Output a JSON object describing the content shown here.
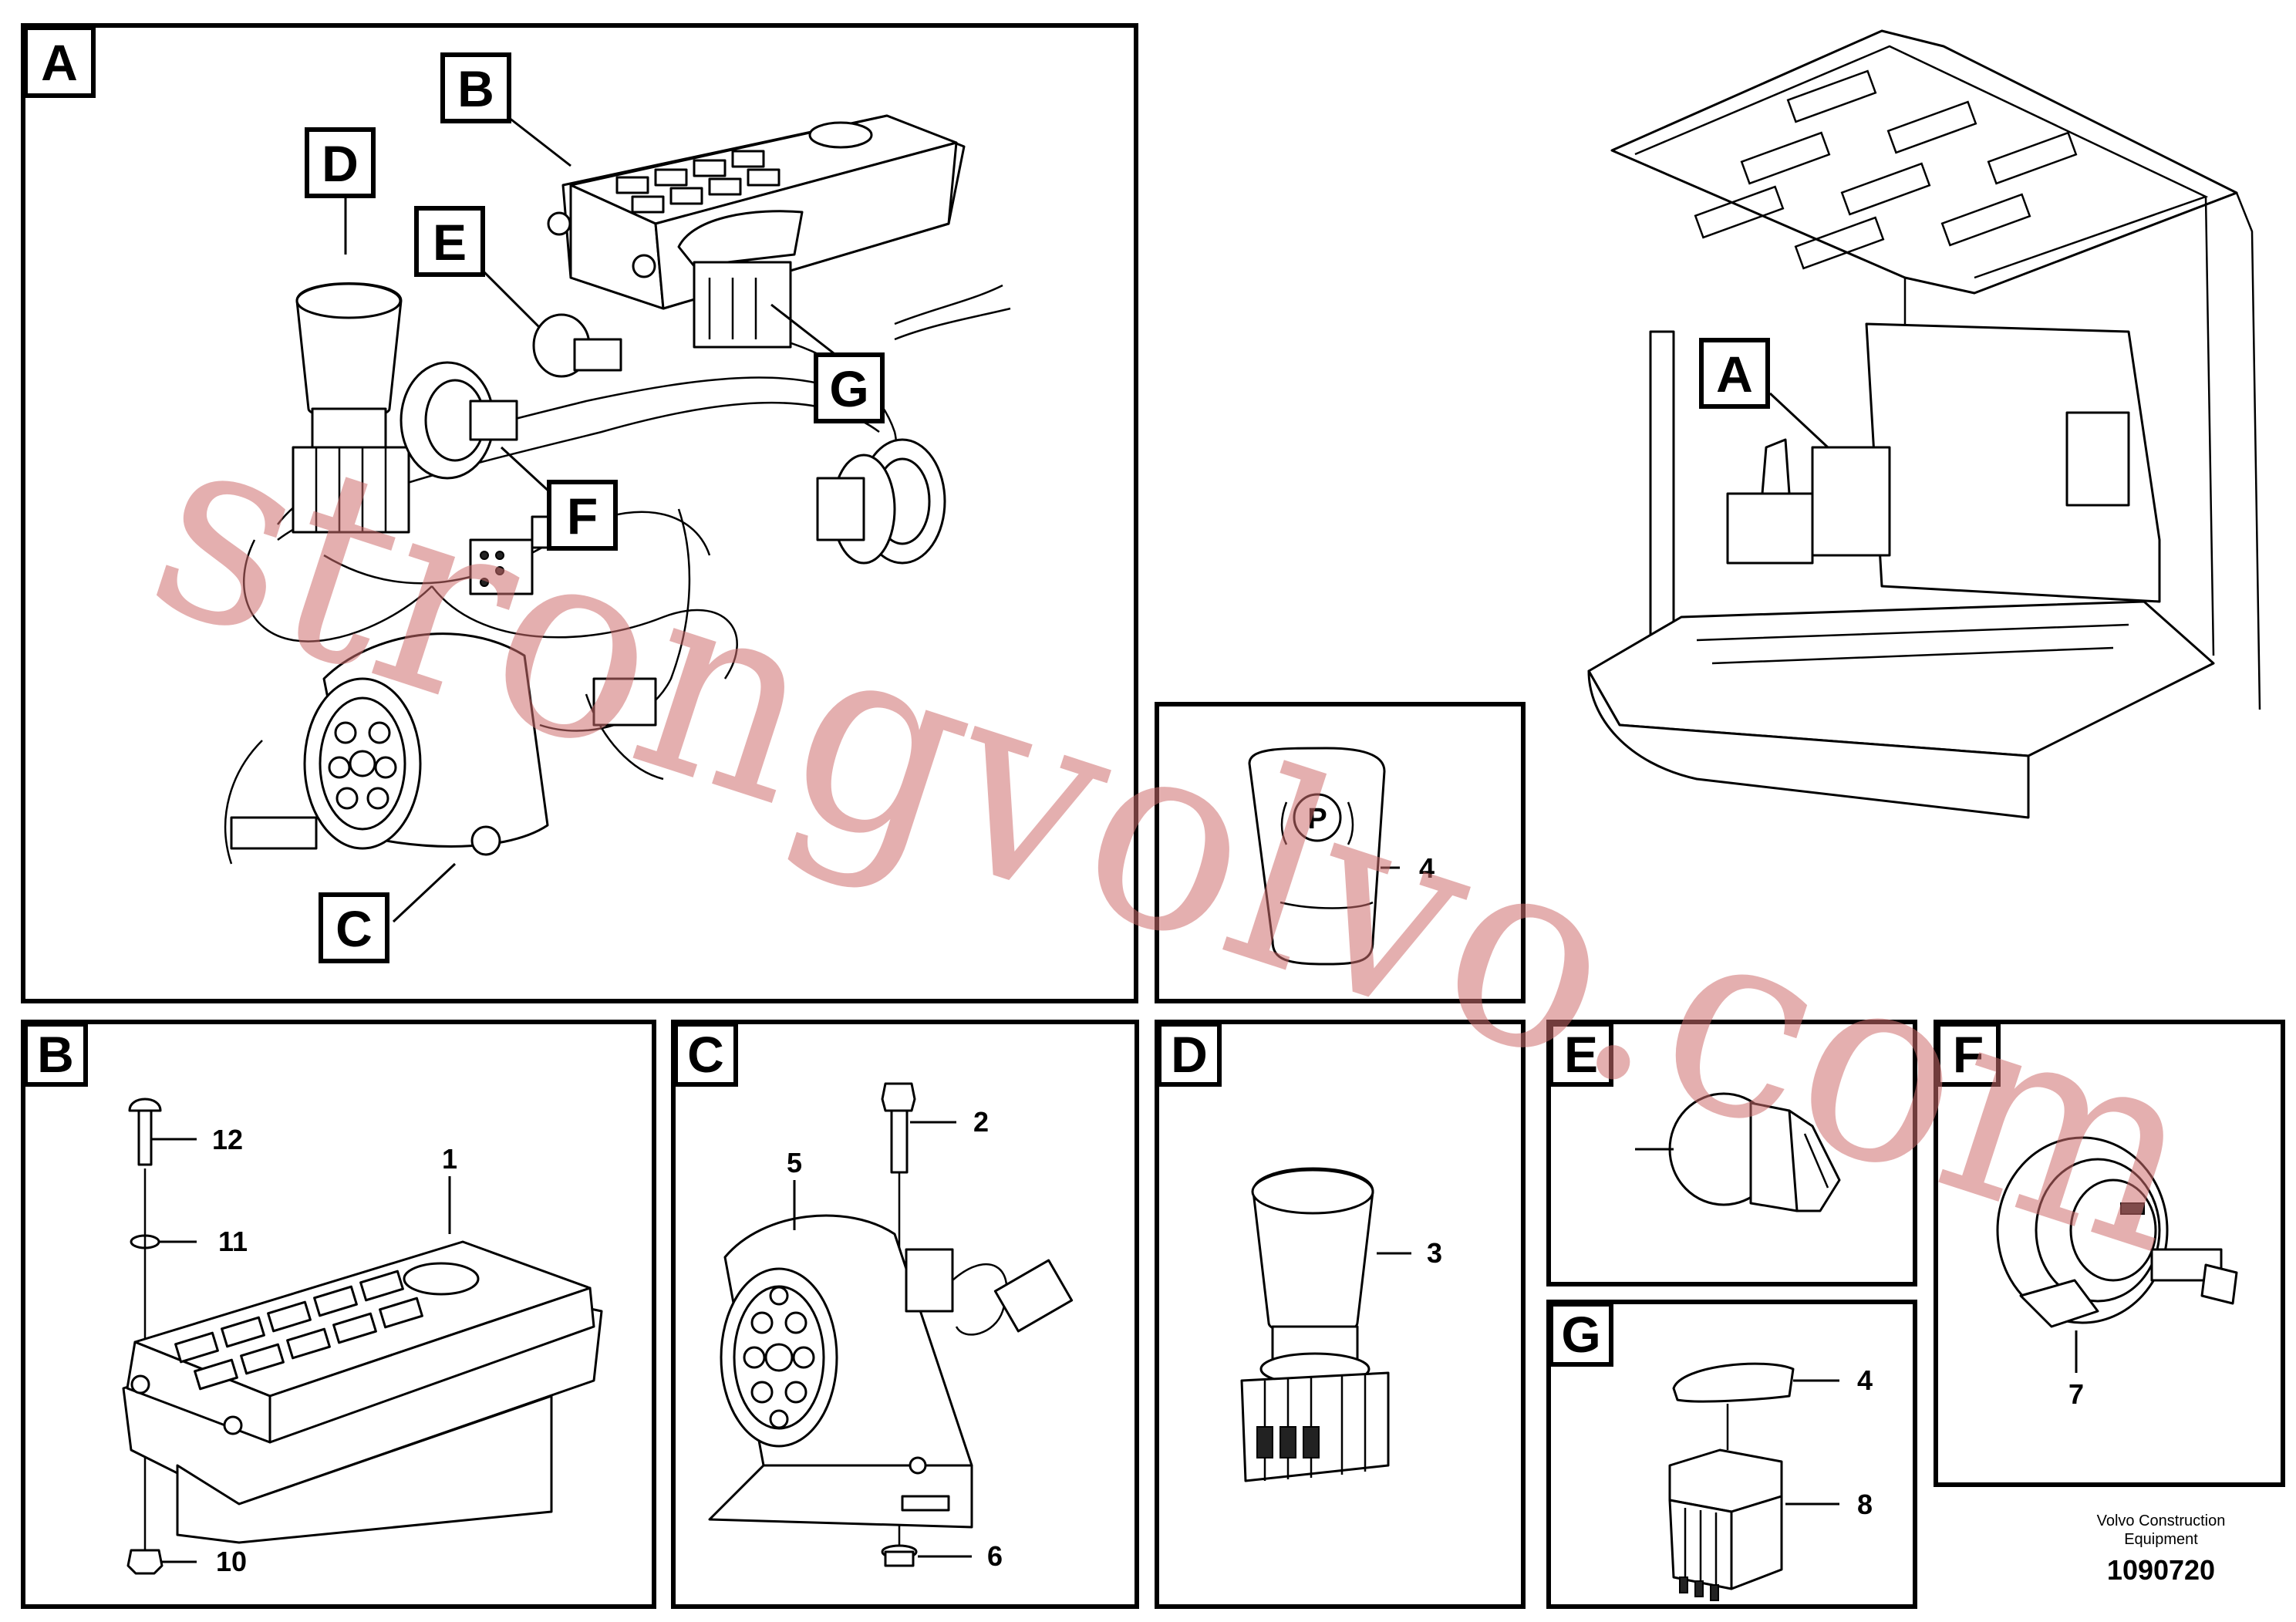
{
  "panels": {
    "A": {
      "letter": "A"
    },
    "B": {
      "letter": "B"
    },
    "C": {
      "letter": "C"
    },
    "D": {
      "letter": "D"
    },
    "E": {
      "letter": "E"
    },
    "F": {
      "letter": "F"
    },
    "G": {
      "letter": "G"
    }
  },
  "overview_tags": [
    "B",
    "D",
    "E",
    "G",
    "F",
    "C"
  ],
  "cab_tag": "A",
  "part_numbers": {
    "p1": "1",
    "p2": "2",
    "p3": "3",
    "p4a": "4",
    "p4b": "4",
    "p5": "5",
    "p6": "6",
    "p7": "7",
    "p8": "8",
    "p10": "10",
    "p11": "11",
    "p12": "12"
  },
  "footer": {
    "line1": "Volvo Construction",
    "line2": "Equipment",
    "number": "1090720"
  },
  "watermark": "strongvolvo.com"
}
